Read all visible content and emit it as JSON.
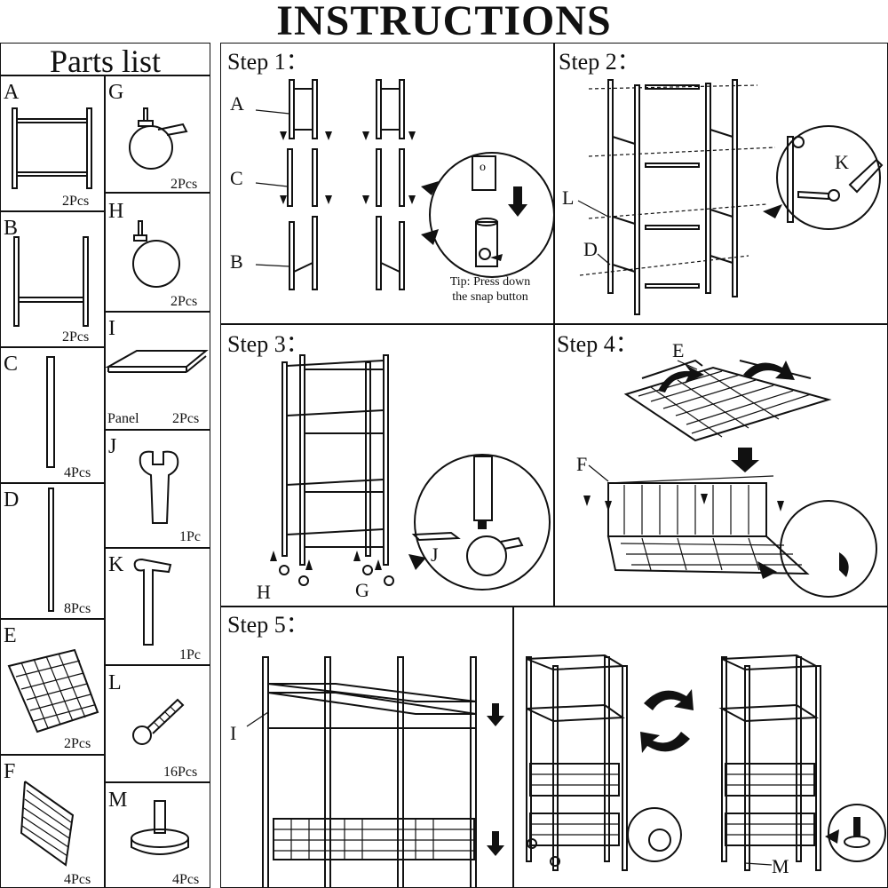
{
  "title": "INSTRUCTIONS",
  "parts_list": {
    "heading": "Parts list",
    "items": [
      {
        "id": "A",
        "qty": "2Pcs",
        "icon": "frame-a-icon"
      },
      {
        "id": "B",
        "qty": "2Pcs",
        "icon": "frame-b-icon"
      },
      {
        "id": "C",
        "qty": "4Pcs",
        "icon": "connector-rod-icon"
      },
      {
        "id": "D",
        "qty": "8Pcs",
        "icon": "tube-icon"
      },
      {
        "id": "E",
        "qty": "2Pcs",
        "icon": "wire-basket-bottom-icon"
      },
      {
        "id": "F",
        "qty": "4Pcs",
        "icon": "wire-side-panel-icon"
      },
      {
        "id": "G",
        "qty": "2Pcs",
        "icon": "locking-caster-icon"
      },
      {
        "id": "H",
        "qty": "2Pcs",
        "icon": "caster-icon"
      },
      {
        "id": "I",
        "qty": "2Pcs",
        "name": "Panel",
        "icon": "shelf-panel-icon"
      },
      {
        "id": "J",
        "qty": "1Pc",
        "icon": "wrench-icon"
      },
      {
        "id": "K",
        "qty": "1Pc",
        "icon": "hex-key-icon"
      },
      {
        "id": "L",
        "qty": "16Pcs",
        "icon": "bolt-icon"
      },
      {
        "id": "M",
        "qty": "4Pcs",
        "icon": "leveling-foot-icon"
      }
    ]
  },
  "steps": [
    {
      "label": "Step 1：",
      "callouts": [
        "A",
        "C",
        "B"
      ],
      "tip": [
        "Tip: Press down",
        "the snap button"
      ]
    },
    {
      "label": "Step 2：",
      "callouts": [
        "L",
        "D",
        "K"
      ]
    },
    {
      "label": "Step 3：",
      "callouts": [
        "H",
        "G",
        "J"
      ]
    },
    {
      "label": "Step 4：",
      "callouts": [
        "E",
        "F"
      ]
    },
    {
      "label": "Step 5：",
      "callouts": [
        "I",
        "M"
      ]
    }
  ]
}
